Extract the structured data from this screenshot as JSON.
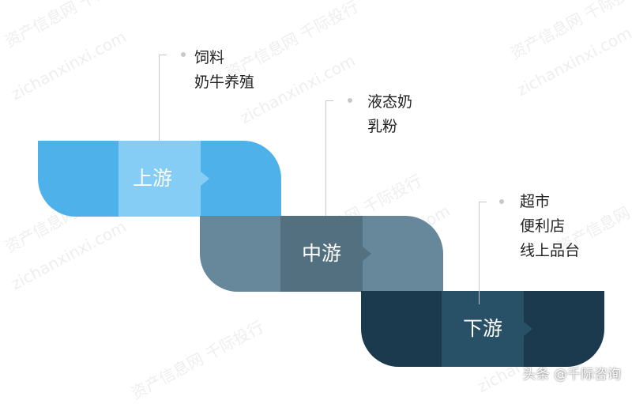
{
  "stages": [
    {
      "label": "上游",
      "items": [
        "饲料",
        "奶牛养殖"
      ]
    },
    {
      "label": "中游",
      "items": [
        "液态奶",
        "乳粉"
      ]
    },
    {
      "label": "下游",
      "items": [
        "超市",
        "便利店",
        "线上品台"
      ]
    }
  ],
  "colors": {
    "upstream": {
      "side": "#4fb1ea",
      "center": "#86cdf5"
    },
    "midstream": {
      "side": "#67889b",
      "center": "#52707f"
    },
    "downstream": {
      "side": "#1c3a4d",
      "center": "#285066"
    }
  },
  "watermarks": [
    "资产信息网 千际投行",
    "zichanxinxi.com"
  ],
  "credit": "头条 @千际咨询"
}
